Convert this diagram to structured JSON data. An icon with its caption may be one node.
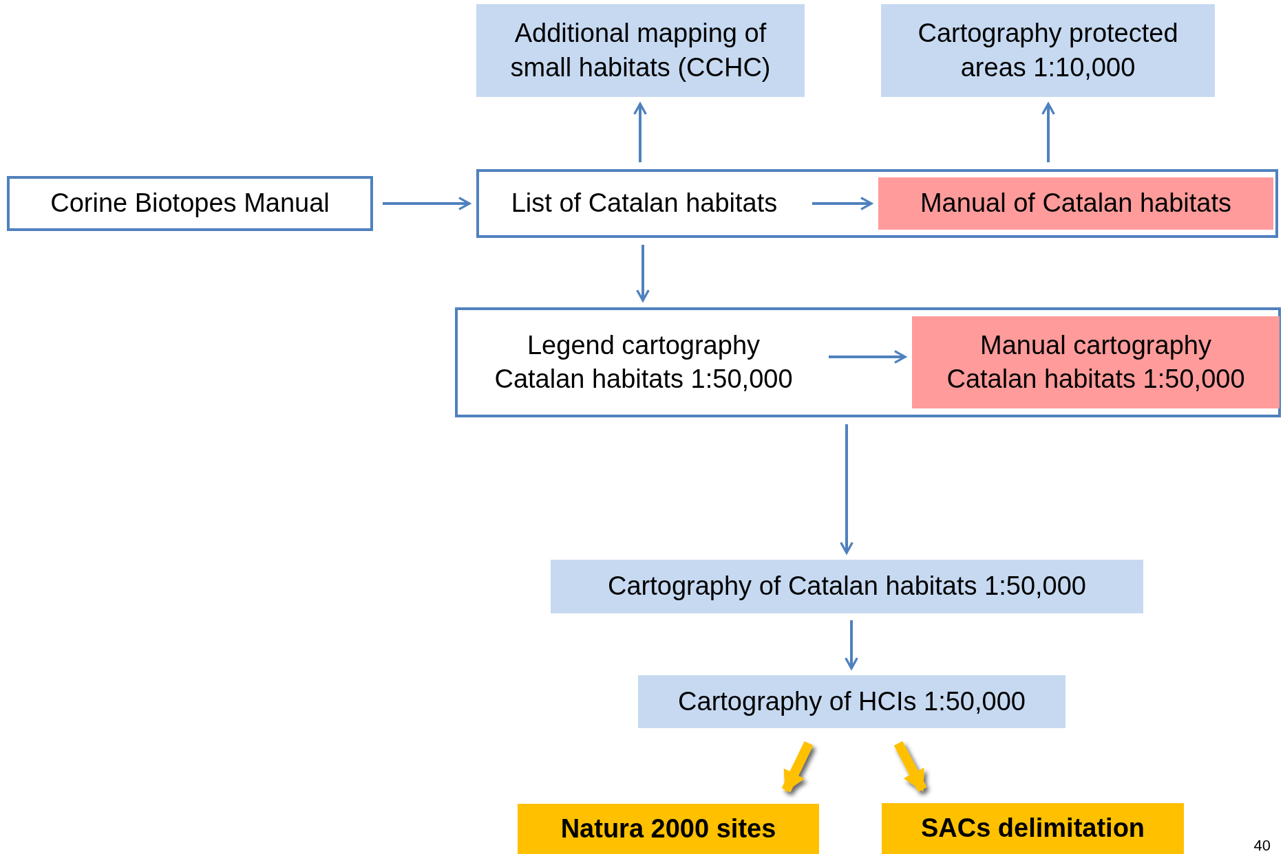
{
  "diagram": {
    "nodes": [
      {
        "text": [
          "Corine Biotopes Manual"
        ]
      },
      {
        "text": [
          "Additional mapping of small habitats (CCHC)"
        ]
      },
      {
        "text": [
          "Cartography protected areas 1:10,000"
        ]
      },
      {
        "text": [],
        "shape": "box"
      },
      {
        "text": [
          "List of Catalan habitats"
        ],
        "in": 3
      },
      {
        "text": [
          "Manual of Catalan habitats"
        ],
        "in": 3
      },
      {
        "text": [],
        "shape": "box"
      },
      {
        "text": [
          "Legend cartography Catalan habitats 1:50,000"
        ],
        "in": 6
      },
      {
        "text": [
          "Manual cartography Catalan habitats 1:50,000"
        ],
        "in": 6
      },
      {
        "text": [
          "Cartography of Catalan habitats 1:50,000"
        ]
      },
      {
        "text": [
          "Cartography of HCIs 1:50,000"
        ]
      },
      {
        "text": [
          "Natura 2000 sites"
        ]
      },
      {
        "text": [
          "SACs delimitation"
        ]
      }
    ],
    "edges": [
      {
        "from": 0,
        "to": 3,
        "arrow": "to"
      },
      {
        "from": 4,
        "to": 5,
        "arrow": "to"
      },
      {
        "from": 3,
        "to": 1,
        "arrow": "to"
      },
      {
        "from": 3,
        "to": 2,
        "arrow": "to"
      },
      {
        "from": 3,
        "to": 6,
        "arrow": "to"
      },
      {
        "from": 7,
        "to": 8,
        "arrow": "to"
      },
      {
        "from": 6,
        "to": 9,
        "arrow": "to"
      },
      {
        "from": 9,
        "to": 10,
        "arrow": "to"
      },
      {
        "from": 10,
        "to": 11,
        "arrow": "to",
        "style": "thick",
        "color": "#ffc000"
      },
      {
        "from": 10,
        "to": 12,
        "arrow": "to",
        "style": "thick",
        "color": "#ffc000"
      }
    ],
    "labels": [
      "40"
    ]
  }
}
